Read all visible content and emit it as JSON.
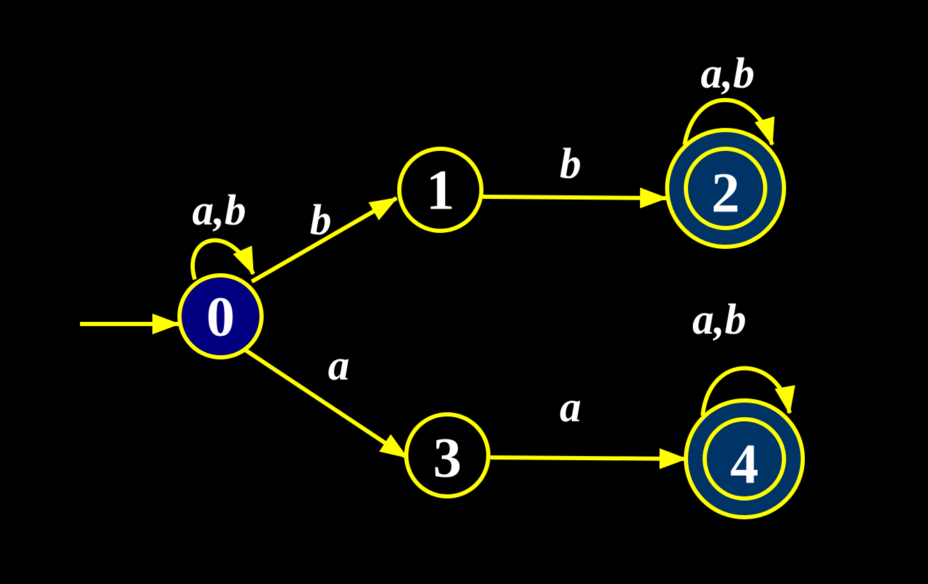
{
  "colors": {
    "background": "#000000",
    "edge": "#ffff00",
    "text": "#ffffff",
    "start_state_fill": "#000080",
    "accepting_state_fill": "#003366",
    "plain_state_fill": "#000000"
  },
  "states": [
    {
      "id": "0",
      "label": "0",
      "start": true,
      "accepting": false
    },
    {
      "id": "1",
      "label": "1",
      "start": false,
      "accepting": false
    },
    {
      "id": "2",
      "label": "2",
      "start": false,
      "accepting": true
    },
    {
      "id": "3",
      "label": "3",
      "start": false,
      "accepting": false
    },
    {
      "id": "4",
      "label": "4",
      "start": false,
      "accepting": true
    }
  ],
  "transitions": [
    {
      "from": "0",
      "to": "0",
      "label": "a,b"
    },
    {
      "from": "0",
      "to": "1",
      "label": "b"
    },
    {
      "from": "0",
      "to": "3",
      "label": "a"
    },
    {
      "from": "1",
      "to": "2",
      "label": "b"
    },
    {
      "from": "3",
      "to": "4",
      "label": "a"
    },
    {
      "from": "2",
      "to": "2",
      "label": "a,b"
    },
    {
      "from": "4",
      "to": "4",
      "label": "a,b"
    }
  ]
}
